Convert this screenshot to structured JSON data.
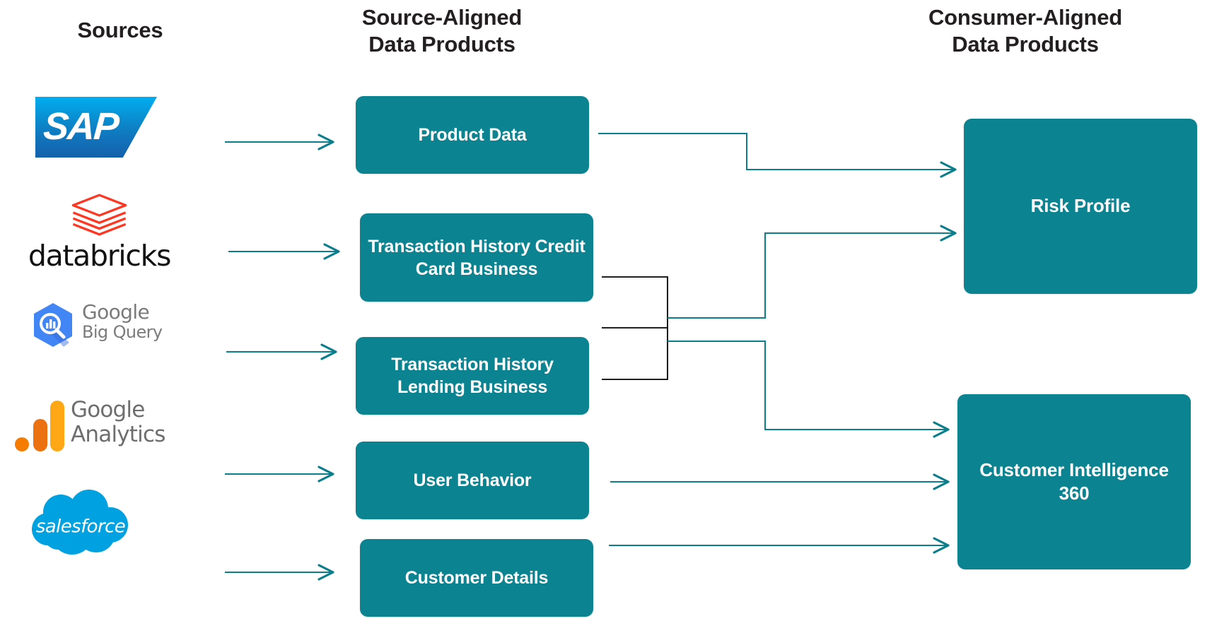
{
  "columns": {
    "sources_title": "Sources",
    "source_aligned_title_line1": "Source-Aligned",
    "source_aligned_title_line2": "Data Products",
    "consumer_aligned_title_line1": "Consumer-Aligned",
    "consumer_aligned_title_line2": "Data Products"
  },
  "colors": {
    "box_teal": "#0b8391",
    "connector_teal": "#0b7e8c",
    "bracket_black": "#000000",
    "heading_text": "#231f20",
    "box_text": "#ffffff",
    "sap_blue": "#0f7dc2",
    "databricks_red": "#ff3621",
    "bigquery_blue": "#4285f4",
    "analytics_orange": "#f57c00",
    "analytics_yellow": "#ffa000",
    "salesforce_blue": "#00a1e0",
    "background": "#ffffff"
  },
  "sources": [
    {
      "id": "sap",
      "name": "SAP",
      "logo_text": "SAP"
    },
    {
      "id": "databricks",
      "name": "Databricks",
      "logo_text": "databricks"
    },
    {
      "id": "bigquery",
      "name": "Google Big Query",
      "logo_text_line1": "Google",
      "logo_text_line2": "Big Query"
    },
    {
      "id": "analytics",
      "name": "Google Analytics",
      "logo_text_line1": "Google",
      "logo_text_line2": "Analytics"
    },
    {
      "id": "salesforce",
      "name": "Salesforce",
      "logo_text": "salesforce"
    }
  ],
  "source_aligned_products": [
    {
      "id": "product-data",
      "label": "Product Data"
    },
    {
      "id": "th-credit-card",
      "label": "Transaction History Credit Card Business"
    },
    {
      "id": "th-lending",
      "label": "Transaction History Lending Business"
    },
    {
      "id": "user-behavior",
      "label": "User Behavior"
    },
    {
      "id": "customer-details",
      "label": "Customer Details"
    }
  ],
  "consumer_aligned_products": [
    {
      "id": "risk-profile",
      "label": "Risk Profile"
    },
    {
      "id": "cust-intel-360",
      "label": "Customer Intelligence 360"
    }
  ]
}
